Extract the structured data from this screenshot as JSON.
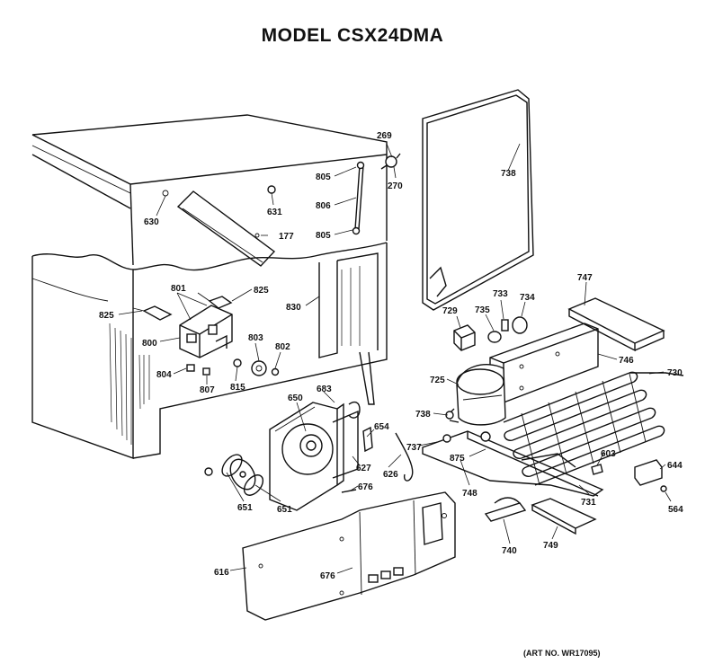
{
  "diagram": {
    "title": "MODEL CSX24DMA",
    "art_number": "(ART NO. WR17095)",
    "callouts": {
      "c269": "269",
      "c270": "270",
      "c805a": "805",
      "c806": "806",
      "c805b": "805",
      "c630": "630",
      "c631": "631",
      "c177": "177",
      "c738": "738",
      "c801": "801",
      "c825a": "825",
      "c825b": "825",
      "c830": "830",
      "c800": "800",
      "c803": "803",
      "c802": "802",
      "c804": "804",
      "c807": "807",
      "c815": "815",
      "c747": "747",
      "c733": "733",
      "c734": "734",
      "c729": "729",
      "c735": "735",
      "c746": "746",
      "c725": "725",
      "c730": "730",
      "c683": "683",
      "c650": "650",
      "c738b": "738",
      "c654": "654",
      "c737": "737",
      "c875": "875",
      "c603": "603",
      "c644": "644",
      "c627": "627",
      "c626": "626",
      "c676a": "676",
      "c651a": "651",
      "c651b": "651",
      "c748": "748",
      "c731": "731",
      "c564": "564",
      "c740": "740",
      "c749": "749",
      "c616": "616",
      "c676b": "676"
    }
  }
}
